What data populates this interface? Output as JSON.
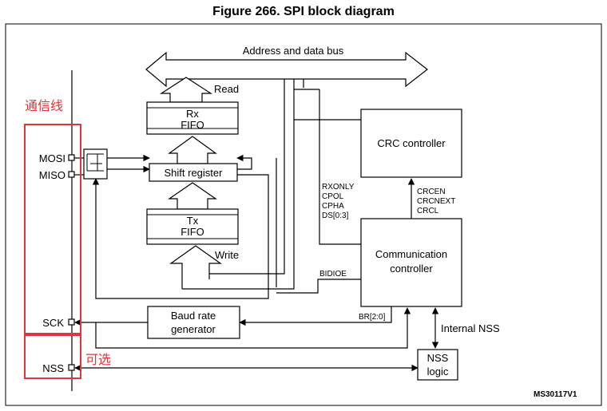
{
  "figure": {
    "title": "Figure 266. SPI block diagram",
    "id": "MS30117V1"
  },
  "bus": {
    "label": "Address and data bus"
  },
  "blocks": {
    "rx_fifo": {
      "line1": "Rx",
      "line2": "FIFO"
    },
    "tx_fifo": {
      "line1": "Tx",
      "line2": "FIFO"
    },
    "shift_register": "Shift register",
    "crc_controller": "CRC controller",
    "communication_controller": {
      "line1": "Communication",
      "line2": "controller"
    },
    "baud_rate_generator": {
      "line1": "Baud rate",
      "line2": "generator"
    },
    "nss_logic": {
      "line1": "NSS",
      "line2": "logic"
    }
  },
  "labels": {
    "read": "Read",
    "write": "Write",
    "control_bits": [
      "RXONLY",
      "CPOL",
      "CPHA",
      "DS[0:3]"
    ],
    "crc_bits": [
      "CRCEN",
      "CRCNEXT",
      "CRCL"
    ],
    "bidioe": "BIDIOE",
    "br": "BR[2:0]",
    "internal_nss": "Internal NSS"
  },
  "pins": {
    "mosi": "MOSI",
    "miso": "MISO",
    "sck": "SCK",
    "nss": "NSS"
  },
  "annotations": {
    "comm_lines": "通信线",
    "optional": "可选"
  },
  "colors": {
    "annotation": "#e0353a",
    "line": "#000000"
  }
}
